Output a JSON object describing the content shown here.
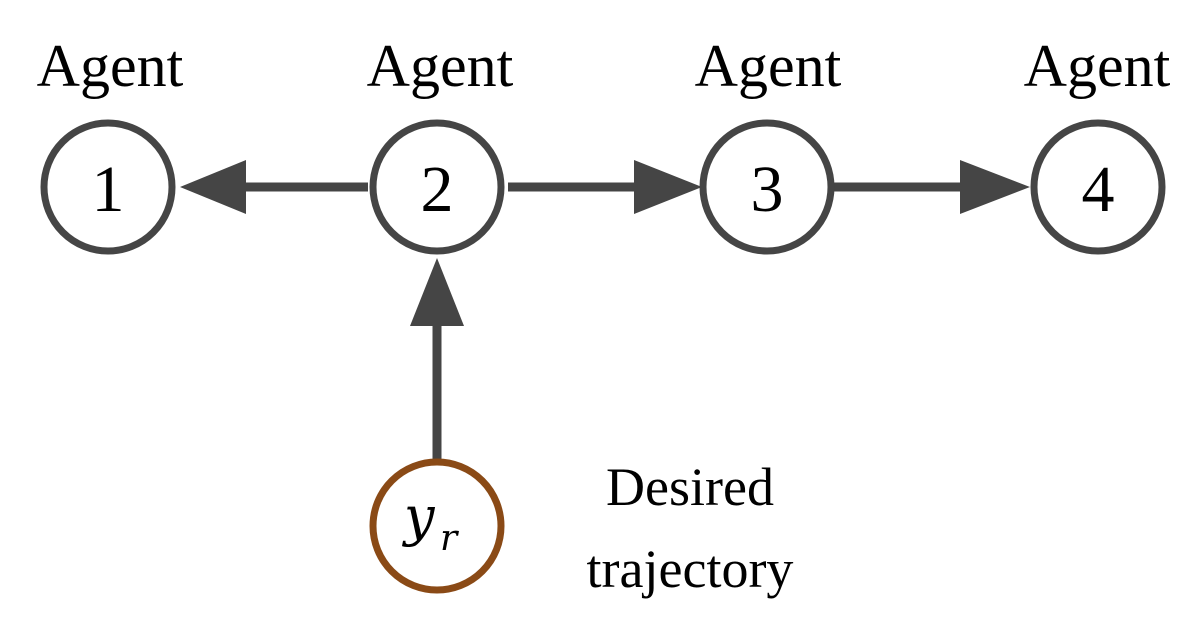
{
  "agents": [
    {
      "label": "Agent",
      "number": "1"
    },
    {
      "label": "Agent",
      "number": "2"
    },
    {
      "label": "Agent",
      "number": "3"
    },
    {
      "label": "Agent",
      "number": "4"
    }
  ],
  "reference": {
    "symbol": "y",
    "subscript": "r",
    "desc_line1": "Desired",
    "desc_line2": "trajectory"
  },
  "edges": [
    {
      "from": "agent-2",
      "to": "agent-1"
    },
    {
      "from": "agent-2",
      "to": "agent-3"
    },
    {
      "from": "agent-3",
      "to": "agent-4"
    },
    {
      "from": "reference",
      "to": "agent-2"
    }
  ],
  "colors": {
    "node_stroke": "#454545",
    "edge": "#454545",
    "reference_stroke": "#8a4a16",
    "text": "#000000"
  }
}
